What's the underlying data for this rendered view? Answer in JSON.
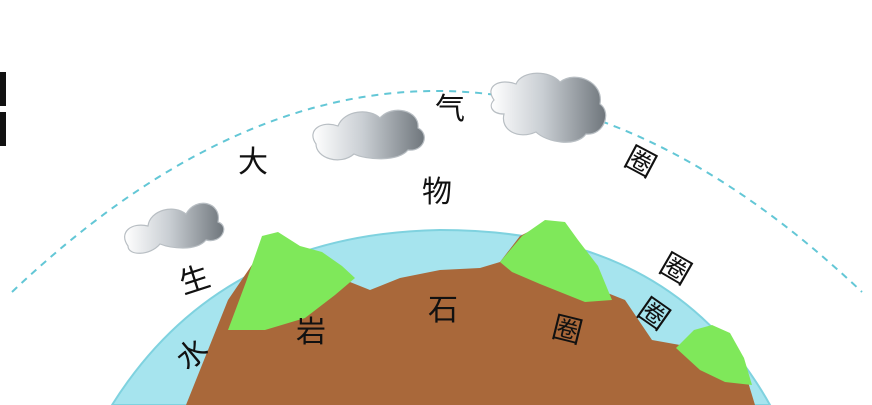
{
  "labels": {
    "qi": "气",
    "da": "大",
    "juan_atm": "圈",
    "wu": "物",
    "sheng": "生",
    "juan_bio": "圈",
    "juan_hydro": "圈",
    "shui": "水",
    "yan": "岩",
    "shi": "石",
    "juan_litho": "圈"
  },
  "colors": {
    "ocean": "#a6e4ee",
    "ocean_edge": "#7fd2df",
    "rock": "#a9683a",
    "vegetation": "#7fe85a",
    "cloud_light": "#e9ecef",
    "cloud_dark": "#7d848a",
    "atmosphere_boundary": "#63c7d6"
  },
  "icons": [
    "cloud-icon",
    "cloud-icon",
    "cloud-icon"
  ]
}
